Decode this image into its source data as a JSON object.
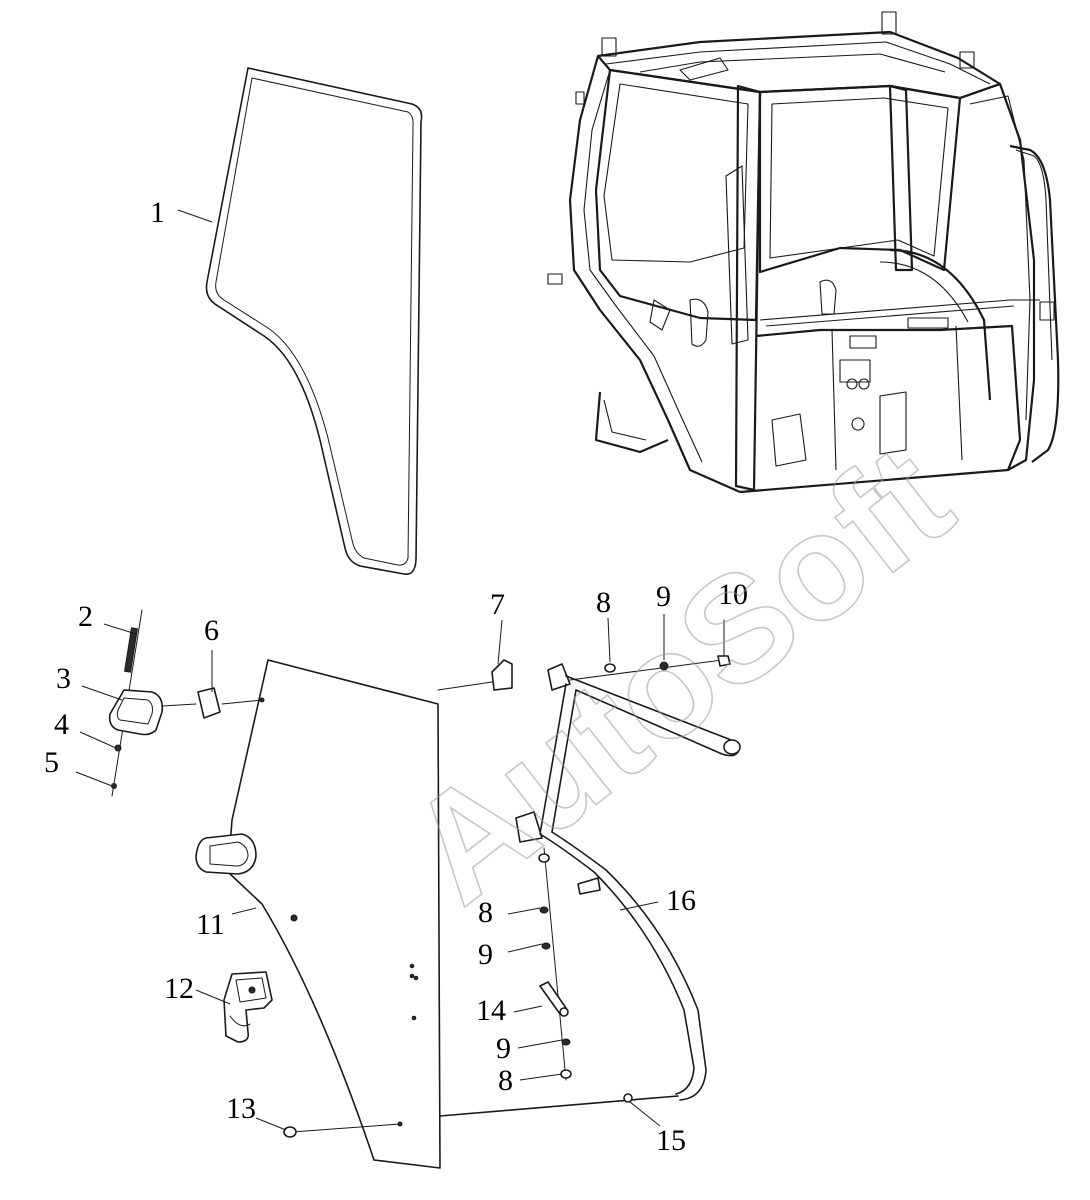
{
  "watermark": "AutoSoft",
  "callouts": [
    {
      "id": "c1",
      "label": "1"
    },
    {
      "id": "c2",
      "label": "2"
    },
    {
      "id": "c3",
      "label": "3"
    },
    {
      "id": "c4",
      "label": "4"
    },
    {
      "id": "c5",
      "label": "5"
    },
    {
      "id": "c6",
      "label": "6"
    },
    {
      "id": "c7",
      "label": "7"
    },
    {
      "id": "c8a",
      "label": "8"
    },
    {
      "id": "c9a",
      "label": "9"
    },
    {
      "id": "c10",
      "label": "10"
    },
    {
      "id": "c11",
      "label": "11"
    },
    {
      "id": "c12",
      "label": "12"
    },
    {
      "id": "c13",
      "label": "13"
    },
    {
      "id": "c8b",
      "label": "8"
    },
    {
      "id": "c9b",
      "label": "9"
    },
    {
      "id": "c14",
      "label": "14"
    },
    {
      "id": "c9c",
      "label": "9"
    },
    {
      "id": "c8c",
      "label": "8"
    },
    {
      "id": "c15",
      "label": "15"
    },
    {
      "id": "c16",
      "label": "16"
    }
  ]
}
